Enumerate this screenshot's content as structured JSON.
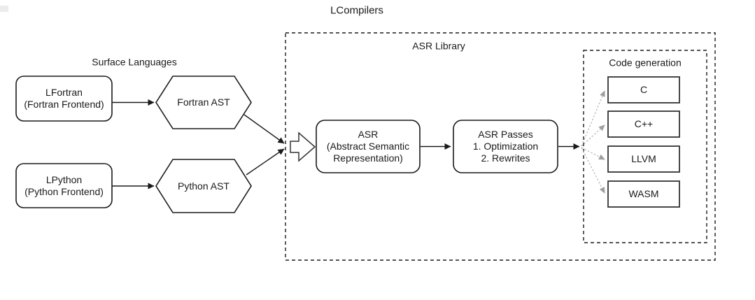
{
  "diagram": {
    "title": "LCompilers",
    "sections": {
      "surface_languages": "Surface Languages",
      "asr_library": "ASR Library",
      "code_generation": "Code generation"
    },
    "nodes": {
      "lfortran": {
        "line1": "LFortran",
        "line2": "(Fortran Frontend)"
      },
      "lpython": {
        "line1": "LPython",
        "line2": "(Python Frontend)"
      },
      "fortran_ast": {
        "label": "Fortran AST"
      },
      "python_ast": {
        "label": "Python AST"
      },
      "asr": {
        "line1": "ASR",
        "line2": "(Abstract Semantic",
        "line3": "Representation)"
      },
      "asr_passes": {
        "line1": "ASR Passes",
        "line2": "1. Optimization",
        "line3": "2. Rewrites"
      },
      "targets": [
        "C",
        "C++",
        "LLVM",
        "WASM"
      ]
    },
    "colors": {
      "stroke": "#1a1a1a",
      "box_fill": "#ffffff",
      "gray_arrow_line": "#b5b5b5",
      "gray_arrow_head": "#9e9e9e",
      "text": "#1a1a1a"
    }
  }
}
